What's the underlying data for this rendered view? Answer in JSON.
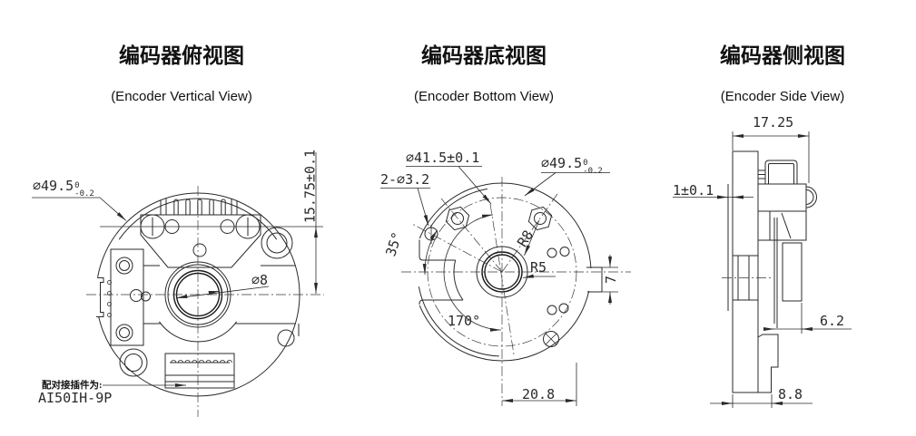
{
  "titles": {
    "top_view": {
      "cn": "编码器俯视图",
      "en": "(Encoder Vertical View)"
    },
    "bottom_view": {
      "cn": "编码器底视图",
      "en": "(Encoder Bottom View)"
    },
    "side_view": {
      "cn": "编码器侧视图",
      "en": "(Encoder Side View)"
    }
  },
  "top_view_dims": {
    "outer_diameter": "∅49.5",
    "outer_diameter_tol_upper": "0",
    "outer_diameter_tol_lower": "-0.2",
    "mount_height": "15.75±0.1",
    "shaft_diameter": "∅8",
    "mating_connector_note": "配对接插件为:",
    "mating_connector_model": "AI50IH-9P"
  },
  "bottom_view_dims": {
    "bolt_circle_diameter": "∅41.5±0.1",
    "mount_holes": "2-∅3.2",
    "outer_diameter": "∅49.5",
    "outer_diameter_tol_upper": "0",
    "outer_diameter_tol_lower": "-0.2",
    "angle_a": "35°",
    "angle_b": "170°",
    "radius_a": "R8",
    "radius_b": "R5",
    "tab_width": "7",
    "connector_offset": "20.8"
  },
  "side_view_dims": {
    "total_width": "17.25",
    "plate_thickness": "1±0.1",
    "connector_depth": "6.2",
    "base_offset": "8.8"
  }
}
